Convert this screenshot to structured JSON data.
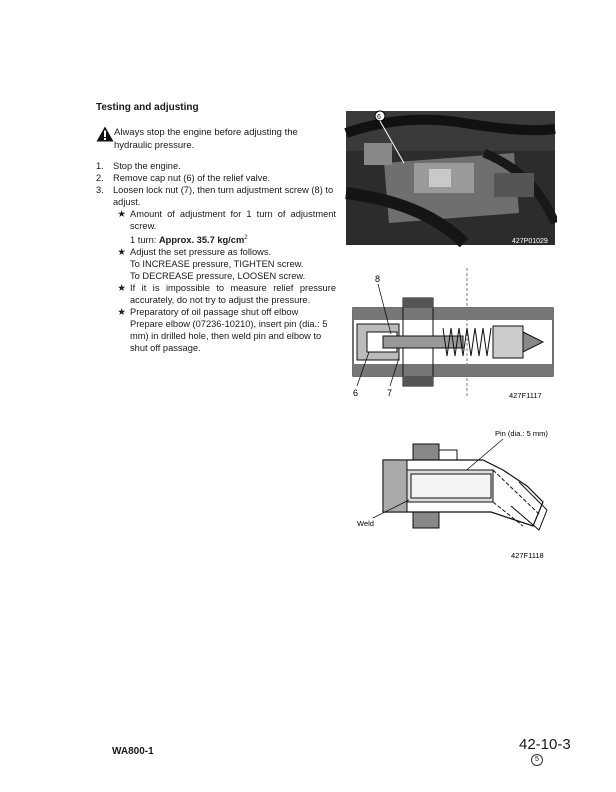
{
  "heading": "Testing and adjusting",
  "warning": "Always stop the engine before adjusting the hydraulic pressure.",
  "steps": [
    {
      "num": "1.",
      "text": "Stop the engine."
    },
    {
      "num": "2.",
      "text": "Remove cap nut (6) of the relief valve."
    },
    {
      "num": "3.",
      "text": "Loosen lock nut (7), then turn adjustment screw (8) to adjust."
    }
  ],
  "notes": [
    {
      "star": "★",
      "line1": "Amount of adjustment for 1 turn of adjustment screw.",
      "line2_prefix": "1 turn: ",
      "line2_value": "Approx. 35.7 kg/cm",
      "line2_sup": "2"
    },
    {
      "star": "★",
      "line1": "Adjust the set pressure as follows.",
      "line2": "To INCREASE pressure, TIGHTEN screw.",
      "line3": "To DECREASE pressure, LOOSEN screw."
    },
    {
      "star": "★",
      "line1": "If it is impossible to measure relief pressure accurately, do not try to adjust the pressure."
    },
    {
      "star": "★",
      "line1": "Preparatory of oil passage shut off elbow",
      "line2": "Prepare elbow (07236-10210), insert pin (dia.: 5 mm) in drilled hole, then weld pin and elbow to shut off passage."
    }
  ],
  "figures": {
    "photo": {
      "callout": "6",
      "code": "427P01029"
    },
    "valve": {
      "label_8": "8",
      "label_6": "6",
      "label_7": "7",
      "code": "427F1117"
    },
    "elbow": {
      "pin_label": "Pin (dia.: 5 mm)",
      "weld_label": "Weld",
      "code": "427F1118"
    }
  },
  "footer": {
    "model": "WA800-1",
    "page": "42-10-3",
    "revision": "5"
  }
}
